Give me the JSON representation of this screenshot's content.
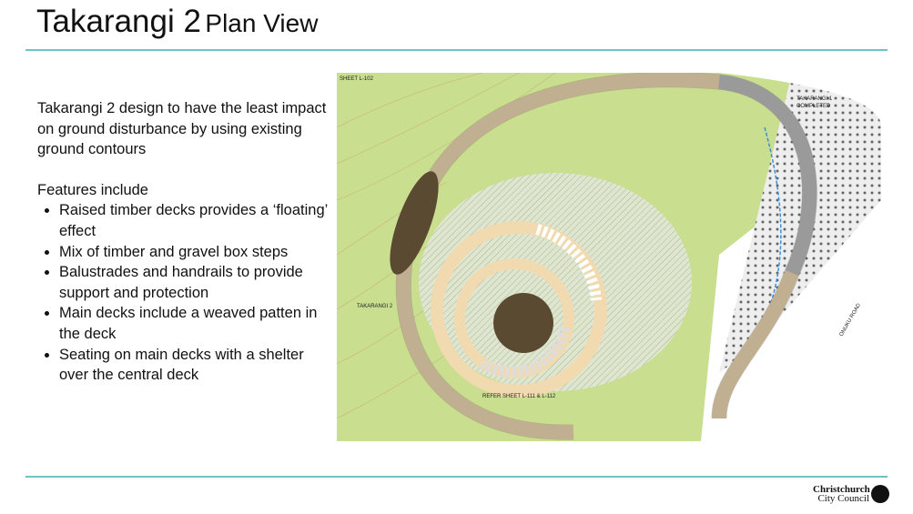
{
  "title": {
    "main": "Takarangi 2",
    "sub": "Plan View"
  },
  "body": {
    "intro": "Takarangi 2 design to have the least impact on ground disturbance by using existing ground contours",
    "features_heading": "Features include",
    "features": [
      "Raised timber decks provides a ‘floating’ effect",
      "Mix of timber and gravel box steps",
      "Balustrades and handrails to provide support and protection",
      "Main decks include a weaved patten in the deck",
      "Seating on main decks with a shelter over the central deck"
    ]
  },
  "plan": {
    "sheet": "SHEET L-102",
    "takarangi1": "TAKARANGI 1",
    "completed": "COMPLETED",
    "takarangi2": "TAKARANGI 2",
    "road": "ONUKU ROAD",
    "refer": "REFER SHEET L-111 & L-112"
  },
  "logo": {
    "line1": "Christchurch",
    "line2": "City Council"
  },
  "colors": {
    "accent": "#6cc5c3",
    "grass": "#c9de8f",
    "deck": "#f1d9b0",
    "dark_deck": "#5a4a32"
  }
}
